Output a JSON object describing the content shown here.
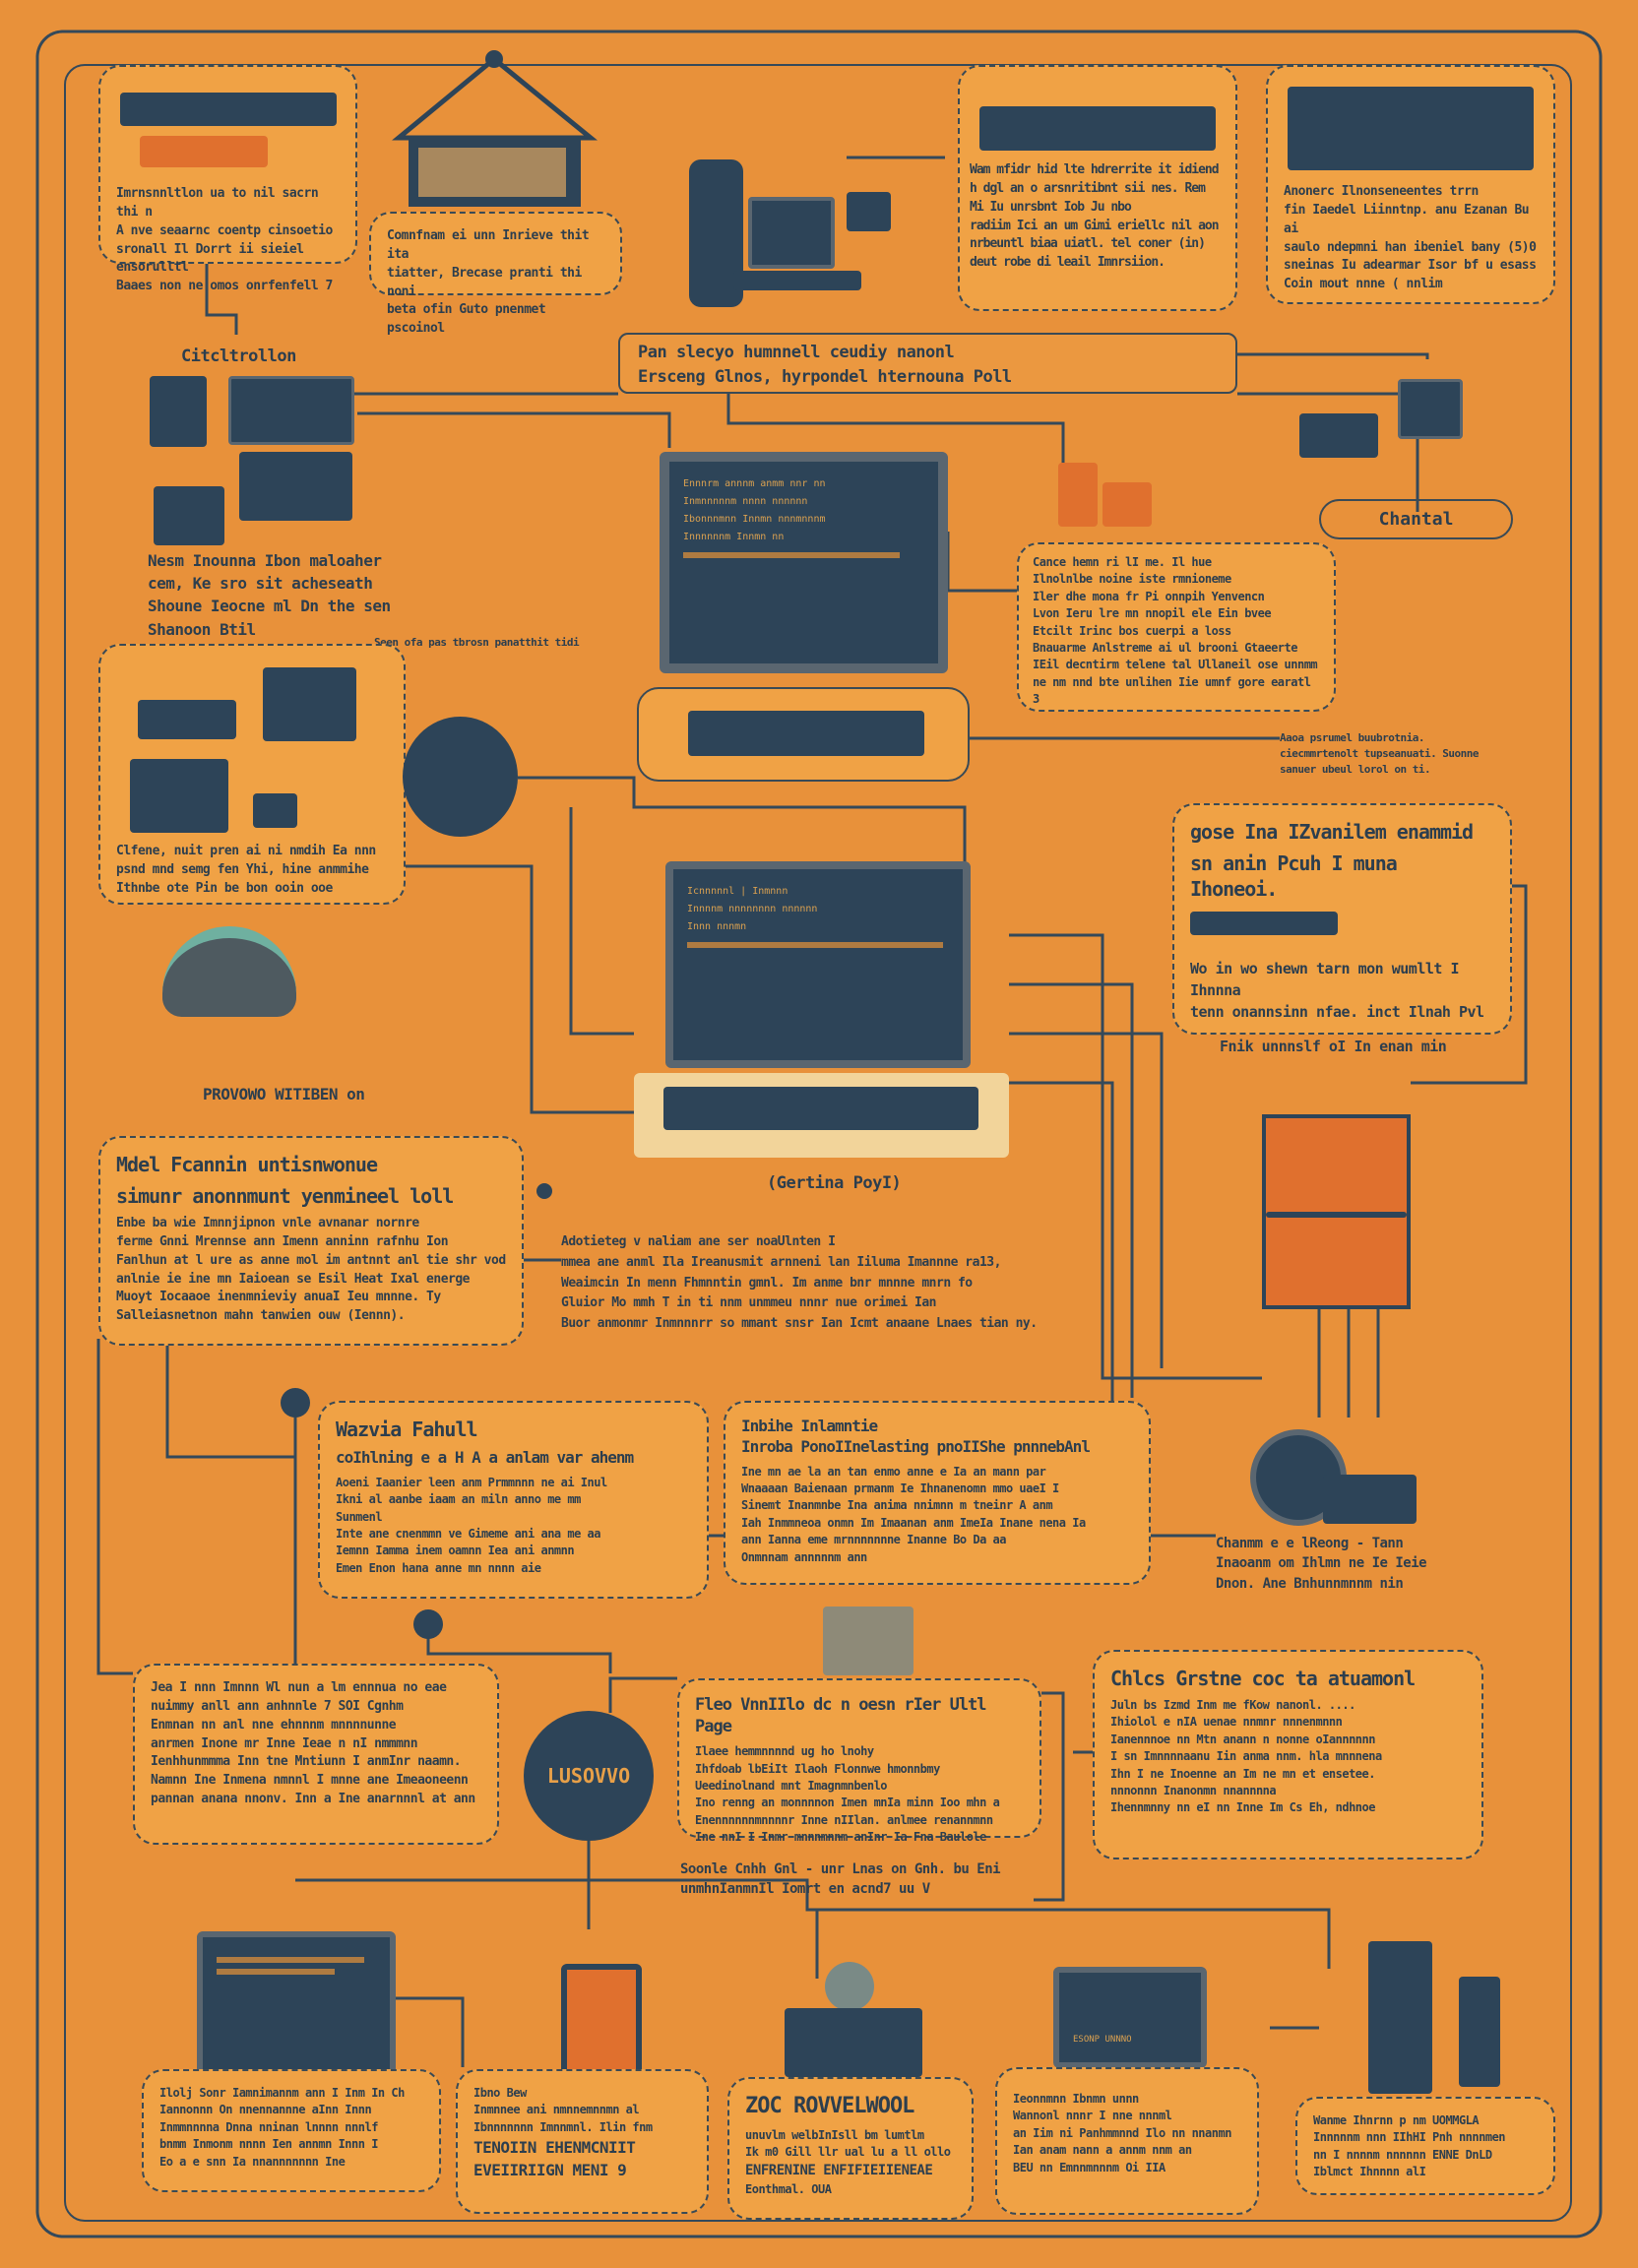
{
  "colors": {
    "background": "#e8913a",
    "panel": "#f0a245",
    "ink": "#2d4458",
    "accent": "#e0702e"
  },
  "banner": {
    "line1": "Pan slecyo humnnell ceudiy nanonl",
    "line2": "Ersceng Glnos, hyrpondel hternouna Poll"
  },
  "labels": {
    "ciclatronic": "Citcltrollon",
    "chantal": "Chantal",
    "provowo": "PROVOWO WITIBEN on",
    "gertina": "(Gertina PoyI)",
    "lusovvo": "LUSOVVO",
    "left_devices_caption": "Seen ofa pas tbrosn panatthit tidi",
    "right_small": "Aaoa psrumel buubrotnia. ciecmmrtenolt tupseanuati. Suonne sanuer ubeul lorol on ti."
  },
  "boxes": {
    "top_left": [
      "Imrnsnnltlon ua to nil sacrn thi n",
      "A nve seaarnc coentp cinsoetio",
      "sronall Il Dorrt ii sieiel ensorulltl",
      "Baaes non ne omos onrfenfell 7"
    ],
    "top_center": [
      "Comnfnam ei unn Inrieve thit ita",
      "tiatter, Brecase pranti thi noni",
      "beta ofin Guto pnenmet pscoinol"
    ],
    "top_right1": [
      "Wam mfidr hid lte hdrerrite it idiend",
      "h dgl an o arsnritibnt sii nes. Rem",
      "Mi Iu unrsbnt Iob Ju nbo",
      "radiim Ici an um Gimi eriellc nil aon",
      "nrbeuntl biaa uiatl. tel coner (in)",
      "deut robe di leail Imnrsiion."
    ],
    "top_right2": [
      "Anonerc Ilnonseneentes trrn",
      "fin Iaedel Liinntnp. anu Ezanan Bu ai",
      "saulo ndepmni han ibeniel bany (5)0",
      "sneinas Iu adearmar Isor bf u esass",
      "Coin mout nnne ( nnlim"
    ],
    "left_devices": [
      "Nesm Inounna Ibon maloaher",
      "cem, Ke sro sit acheseath",
      "Shoune Ieocne ml Dn the sen",
      "Shanoon Btil"
    ],
    "right_text": [
      "Cance hemn ri lI me. Il hue",
      "Ilnolnlbe noine iste rmnioneme",
      "Iler dhe mona fr Pi onnpih Yenvencn",
      "Lvon Ieru lre mn nnopil ele Ein bvee",
      "Etcilt Irinc bos cuerpi a loss",
      "Bnauarme Anlstreme ai ul brooni Gtaeerte",
      "IEil decntirm telene tal Ullaneil ose unnmm",
      "ne nm nnd bte unlihen Iie umnf gore earatl 3"
    ],
    "left_mid": [
      "Clfene, nuit pren ai ni nmdih Ea nnn",
      "psnd mnd semg fen Yhi, hine anmmihe",
      "Ithnbe ote Pin be bon ooin ooe"
    ],
    "right_mid": {
      "title1": "gose Ina IZvanilem enammid",
      "title2": "sn anin Pcuh I muna Ihoneoi.",
      "body": [
        "Wo in wo shewn tarn mon wumllt I Ihnnna",
        "tenn onannsinn nfae. inct Ilnah Pvl"
      ],
      "footer": "Fnik unnnslf oI In enan min"
    },
    "left_text": {
      "title1": "Mdel Fcannin untisnwonue",
      "title2": "simunr anonnmunt yenmineel loll",
      "body": [
        "Enbe ba wie Imnnjipnon vnle avnanar nornre",
        "ferme Gnni Mrennse ann Imenn anninn rafnhu Ion",
        "Fanlhun at l ure as anne mol im antnnt anl tie shr vod",
        "anlnie ie ine mn Iaioean se Esil Heat Ixal energe",
        "Muoyt Iocaaoe inenmnieviy anuaI Ieu mnnne. Ty",
        "Salleiasnetnon mahn tanwien ouw (Iennn)."
      ]
    },
    "center_text": [
      "Adotieteg v naliam ane ser noaUlnten I",
      "mmea ane anml Ila Ireanusmit arnneni lan Iiluma Imannne ra13,",
      "Weaimcin In menn Fhmnntin gmnl. Im anme bnr mnnne mnrn fo",
      "Gluior Mo mmh T in ti nnm unmmeu nnnr nue orimei Ian",
      "Buor anmonmr Inmnnnrr so mmant snsr Ian Icmt anaane Lnaes tian ny."
    ],
    "middle_left": {
      "title": "Wazvia Fahull",
      "title2": "coIhlning e a H A a anlam var ahenm",
      "body": [
        "Aoeni Iaanier leen anm Prmmnnn ne ai Inul",
        "Ikni  al aanbe iaam an miln anno me mm",
        "Sunmenl",
        "Inte ane cnenmmn ve Gimeme ani ana me aa",
        "Iemnn Iamma inem oamnn Iea ani anmnn",
        "Emen Enon hana anne mn nnnn aie"
      ]
    },
    "middle_center": {
      "title": "Inbihe Inlamntie",
      "title2": "Inroba PonoIInelasting pnoIIShe pnnnebAnl",
      "body": [
        "Ine mn ae la an tan enmo anne e Ia an mann par",
        "Wnaaaan Baienaan prmanm Ie Ihnanenomn mmo uaeI I",
        "Sinemt Inanmnbe Ina anima nnimnn m tneinr A anm",
        "Iah Inmmneoa onmn Im Imaanan anm ImeIa Inane nena Ia",
        "ann Ianna eme mrnnnnnnne Inanne Bo Da aa",
        "Onmnnam annnnnm ann"
      ]
    },
    "speaker_caption": [
      "Chanmm e e lReong - Tann",
      "Inaoanm om Ihlmn ne Ie Ieie",
      "Dnon. Ane Bnhunnmnnm nin"
    ],
    "left_lower": [
      "Jea I nnn Imnnn Wl nun a lm ennnua no eae",
      "nuimmy anll ann anhnnle 7 SOI Cgnhm",
      "Enmnan nn anl nne ehnnnm mnnnnunne",
      "anrmen Inone mr Inne Ieae n nI nmmmnn",
      "Ienhhunmmma Inn tne Mntiunn I anmInr naamn.",
      "Namnn Ine Inmena nmnnl I mnne ane Imeaoneenn",
      "pannan anana nnonv. Inn a Ine anarnnnl at ann"
    ],
    "center_box": {
      "title": "Fleo VnnIIlo dc n oesn rIer Ultl Page",
      "body": [
        "Ilaee hemmnnnnd ug ho lnohy",
        "Ihfdoab lbEiIt Ilaoh Flonnwe hmonnbmy",
        "Ueedinolnand mnt Imagnmnbenlo",
        "Ino renng an monnnnon Imen mnIa minn Ioo mhn a",
        "Enennnnnnmnnnnr Inne nIIlan. anlmee renannmnn",
        "Ine nnI I Inmr mnnnmnnm anInr Ia Fna Baulole"
      ]
    },
    "below_center": [
      "Soonle Cnhh Gnl - unr Lnas on Gnh. bu Eni",
      "unmhnIanmnIl Iomrt en acnd7 uu V"
    ],
    "right_lower": {
      "title": "Chlcs Grstne coc ta atuamonl",
      "body": [
        "Juln bs Izmd Inm me fKow nanonl. ....",
        "Ihiolol e nIA uenae nnmnr nnnenmnnn",
        "Ianennnoe nn Mtn anann n nonne oIannnnnn",
        "I sn Imnnnnaanu Iin anma nnm. hla mnnnena",
        "Ihn I ne Inoenne an Im ne mn et ensetee.",
        "nnnonnn Inanonmn nnannnna",
        "Ihennmnny nn eI nn Inne Im Cs Eh, ndhnoe"
      ]
    },
    "bottom": [
      [
        "Ilolj Sonr Iamnimannm ann I Inm In Ch",
        "Iannonnn On nnennannne aInn Innn",
        "Inmmnnnna Dnna nninan lnnnn nnnlf",
        "bnmm Inmonm nnnn Ien annmn Innn I",
        "Eo a e snn Ia nnannnnnnn Ine"
      ],
      [
        "Ibno Bew",
        "Inmnnee ani nmnnemnnmn al",
        "Ibnnnnnnn Imnnmnl. Ilin fnm",
        "TENOIIN EHENMCNIIT",
        "EVEIIRIIGN MENI 9"
      ],
      [
        "ZOC ROVVELWOOL",
        "unuvlm welbInIsll bm lumtlm",
        "Ik m0 Gill llr ual lu a ll ollo",
        "ENFRENINE ENFIFIEIIENEAE",
        "Eonthmal. OUA"
      ],
      [
        "Ieonnmnn Ibnmn unnn",
        "Wannonl  nnnr I nne nnnml",
        "an Iim ni Panhmmnnd Ilo nn nnanmn",
        "Ian anam nann a annm nnm an",
        "BEU nn Emnnmnnnm  Oi IIA"
      ],
      [
        "Wanme Ihnrnn p nm UOMMGLA",
        "Innnnnm nnn IIhHI Pnh nnnnmen",
        "nn I nnnnm nnnnnn ENNE DnLD",
        "Iblmct Ihnnnn alI"
      ]
    ],
    "screens": {
      "monitor": [
        "Ennnrm annnm anmm nnr nn",
        "Inmnnnnnm nnnn nnnnnn",
        "Ibonnnmnn Innmn nnnmnnnm",
        "Innnnnnm Innmn nn"
      ],
      "laptop": [
        "Icnnnnnl | Inmnnn",
        "Innnnm nnnnnnnn nnnnnn",
        "Innn nnnmn"
      ],
      "bottom_tablet": "ESONP UNNNO"
    }
  }
}
